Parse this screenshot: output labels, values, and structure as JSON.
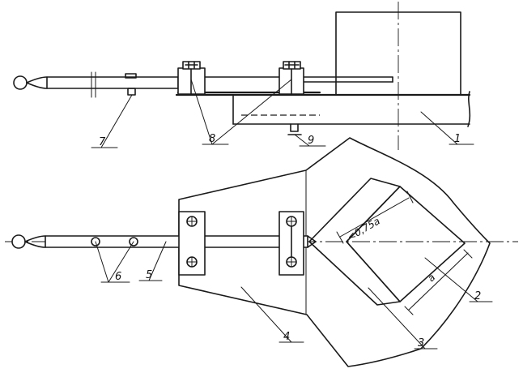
{
  "labels": {
    "l1": "1",
    "l2": "2",
    "l3": "3",
    "l4": "4",
    "l5": "5",
    "l6": "6",
    "l7": "7",
    "l8": "8",
    "l9": "9"
  },
  "dimensions": {
    "diagonal": "<0,75a",
    "side": "a"
  }
}
